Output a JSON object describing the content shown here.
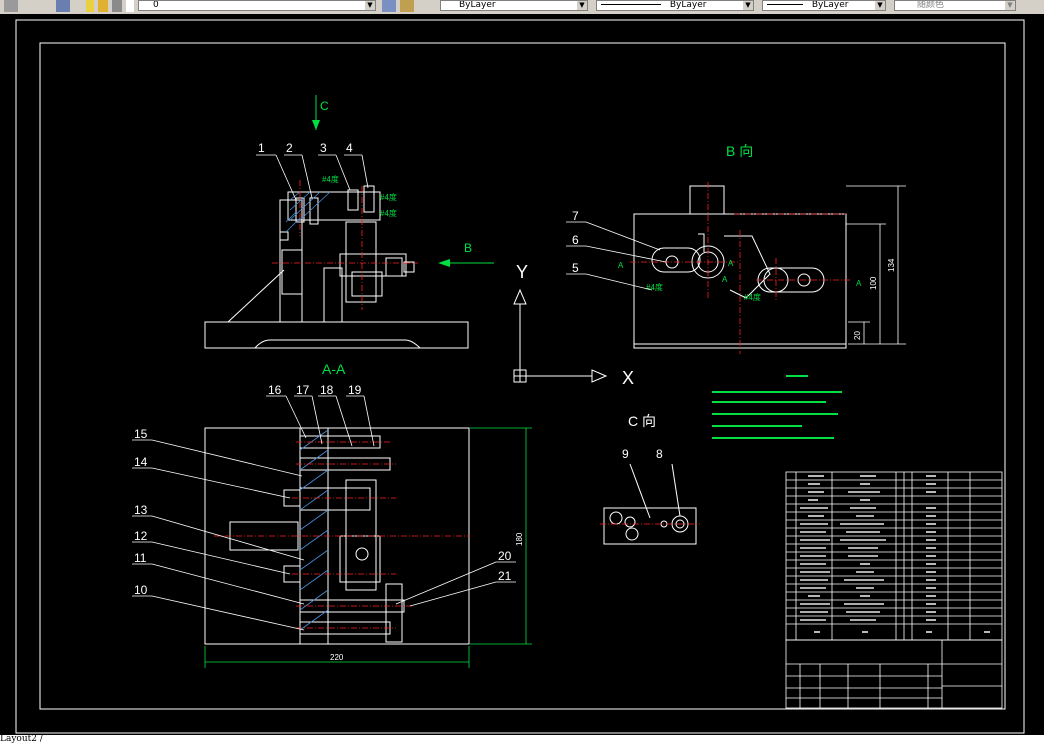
{
  "toolbar": {
    "layer_name": "0",
    "color_value": "ByLayer",
    "linetype_value": "ByLayer",
    "lineweight_value": "ByLayer",
    "plotstyle_value": "随颜色"
  },
  "drawing": {
    "view_c_arrow_label": "C",
    "view_b_arrow_label": "B",
    "section_title": "A-A",
    "view_b_title": "B  向",
    "view_c_title": "C  向",
    "part_numbers": [
      "1",
      "2",
      "3",
      "4",
      "5",
      "6",
      "7",
      "8",
      "9",
      "10",
      "11",
      "12",
      "13",
      "14",
      "15",
      "16",
      "17",
      "18",
      "19",
      "20",
      "21"
    ],
    "dim_width": "220",
    "dim_height": "180",
    "dim_b_overall": "134",
    "dim_b_mid": "100",
    "dim_b_bottom": "20",
    "section_markers": [
      "A",
      "A",
      "A",
      "A"
    ],
    "ucs_y": "Y",
    "ucs_x": "X"
  },
  "statusbar": {
    "tab_label": "Layout2 /"
  }
}
